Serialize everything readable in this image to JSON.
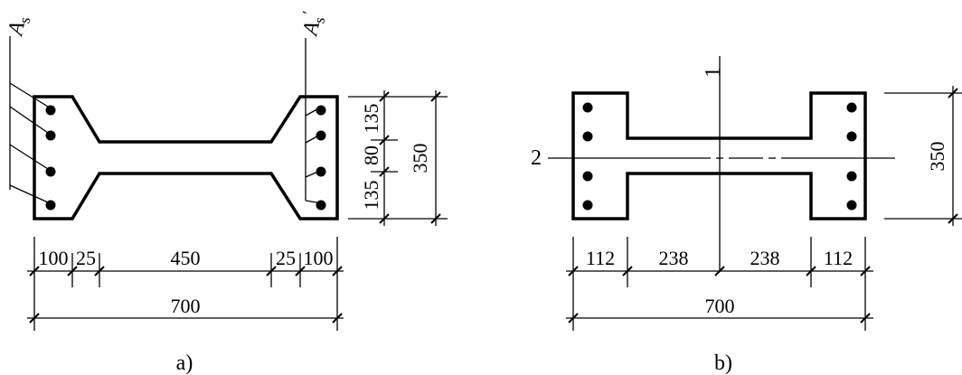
{
  "figure_a": {
    "caption": "a)",
    "rebar_left_label": "A",
    "rebar_left_sub": "s",
    "rebar_right_label": "A",
    "rebar_right_sub": "s",
    "rebar_right_prime": "′",
    "dims_bottom": [
      "100",
      "25",
      "450",
      "25",
      "100"
    ],
    "dim_total_width": "700",
    "dims_right": [
      "135",
      "80",
      "135"
    ],
    "dim_total_height": "350"
  },
  "figure_b": {
    "caption": "b)",
    "axis_1_label": "1",
    "axis_2_label": "2",
    "dims_bottom": [
      "112",
      "238",
      "238",
      "112"
    ],
    "dim_total_width": "700",
    "dim_total_height": "350"
  }
}
